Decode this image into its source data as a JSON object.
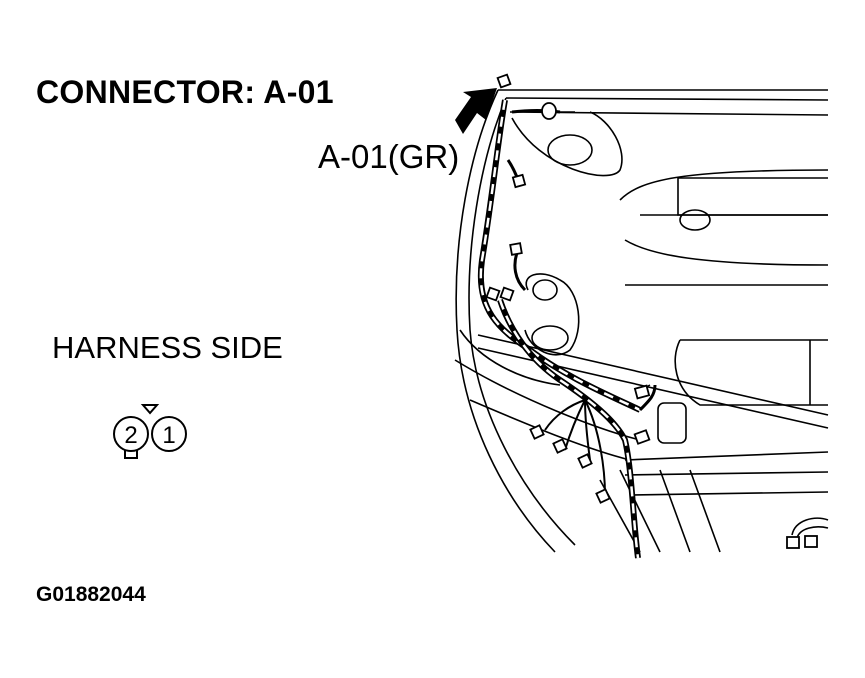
{
  "diagram": {
    "title": "CONNECTOR: A-01",
    "callout": "A-01(GR)",
    "harness_label": "HARNESS SIDE",
    "figure_id": "G01882044",
    "connector": {
      "pins": [
        {
          "label": "2"
        },
        {
          "label": "1"
        }
      ]
    }
  }
}
